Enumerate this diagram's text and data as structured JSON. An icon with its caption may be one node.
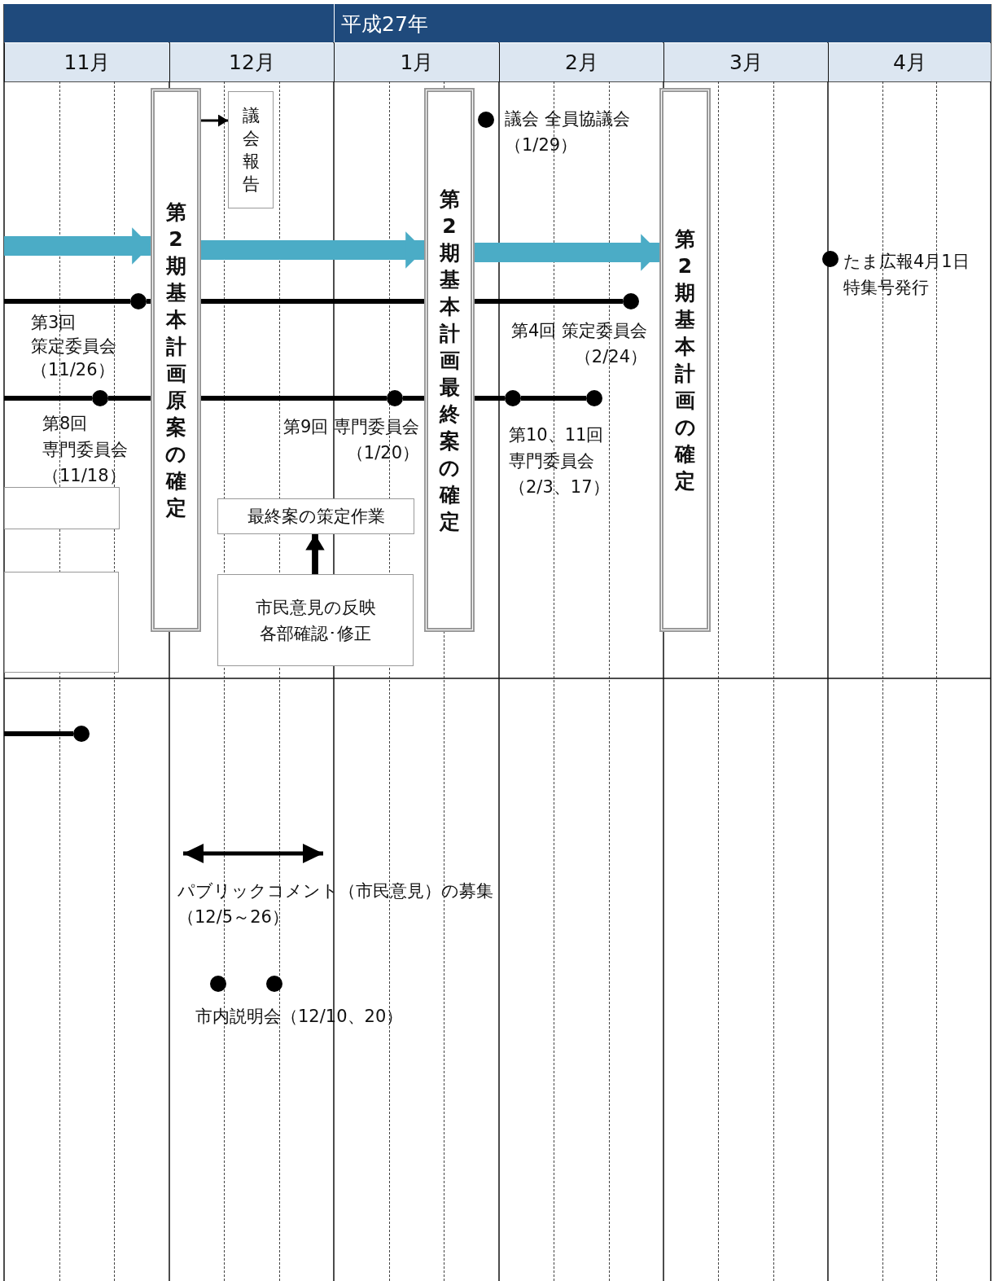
{
  "diagram": {
    "nodes": [
      {
        "text": [
          "第2期基本計画原案の確定"
        ]
      },
      {
        "text": [
          "議会報告"
        ]
      },
      {
        "text": [
          "第2期基本計画最終案の確定"
        ]
      },
      {
        "text": [
          "第2期基本計画の確定"
        ]
      },
      {
        "text": [
          "最終案の策定作業"
        ]
      },
      {
        "text": [
          "市民意見の反映各部確認･修正"
        ]
      },
      {
        "text": [],
        "shape": "box"
      },
      {
        "text": [],
        "shape": "box"
      },
      {
        "text": [],
        "shape": "circle",
        "beside": [
          "議会 全員協議会（1/29）"
        ]
      },
      {
        "text": [],
        "shape": "circle",
        "beside": [
          "たま広報4月1日特集号発行"
        ]
      },
      {
        "text": [],
        "shape": "circle",
        "beside": [
          "第3回策定委員会（11/26）"
        ]
      },
      {
        "text": [],
        "shape": "circle",
        "beside": [
          "第4回 策定委員会（2/24）"
        ]
      },
      {
        "text": [],
        "shape": "circle",
        "beside": [
          "第8回専門委員会（11/18）"
        ]
      },
      {
        "text": [],
        "shape": "circle",
        "beside": [
          "第9回 専門委員会（1/20）"
        ]
      },
      {
        "text": [],
        "shape": "circle",
        "beside": [
          "第10、11回専門委員会（2/3、17）"
        ]
      },
      {
        "text": [],
        "shape": "circle"
      },
      {
        "text": [],
        "shape": "circle"
      },
      {
        "text": [],
        "shape": "circle",
        "beside": [
          "市内説明会（12/10、20）"
        ]
      },
      {
        "text": [],
        "shape": "circle"
      }
    ],
    "edges": [
      {
        "from": null,
        "to": 0,
        "arrow": "to",
        "style": "thick",
        "color": "#4bacc6"
      },
      {
        "from": 0,
        "to": 2,
        "arrow": "to",
        "style": "thick",
        "color": "#4bacc6"
      },
      {
        "from": 2,
        "to": 3,
        "arrow": "to",
        "style": "thick",
        "color": "#4bacc6"
      },
      {
        "from": 0,
        "to": 1,
        "arrow": "to"
      },
      {
        "from": 5,
        "to": 4,
        "arrow": "to"
      },
      {
        "from": null,
        "to": 10,
        "arrow": "none"
      },
      {
        "from": 10,
        "to": 0,
        "arrow": "none"
      },
      {
        "from": 0,
        "to": 2,
        "arrow": "none"
      },
      {
        "from": 2,
        "to": 11,
        "arrow": "none"
      },
      {
        "from": null,
        "to": 12,
        "arrow": "none"
      },
      {
        "from": 12,
        "to": 0,
        "arrow": "none"
      },
      {
        "from": 0,
        "to": 13,
        "arrow": "none"
      },
      {
        "from": 13,
        "to": 2,
        "arrow": "none"
      },
      {
        "from": 2,
        "to": 14,
        "arrow": "none"
      },
      {
        "from": 14,
        "to": 15,
        "arrow": "none"
      },
      {
        "from": null,
        "to": 16,
        "arrow": "none"
      }
    ],
    "labels": [
      "平成27年",
      "11月",
      "12月",
      "1月",
      "2月",
      "3月",
      "4月",
      "パブリックコメント（市民意見）の募集（12/5～26）"
    ]
  }
}
